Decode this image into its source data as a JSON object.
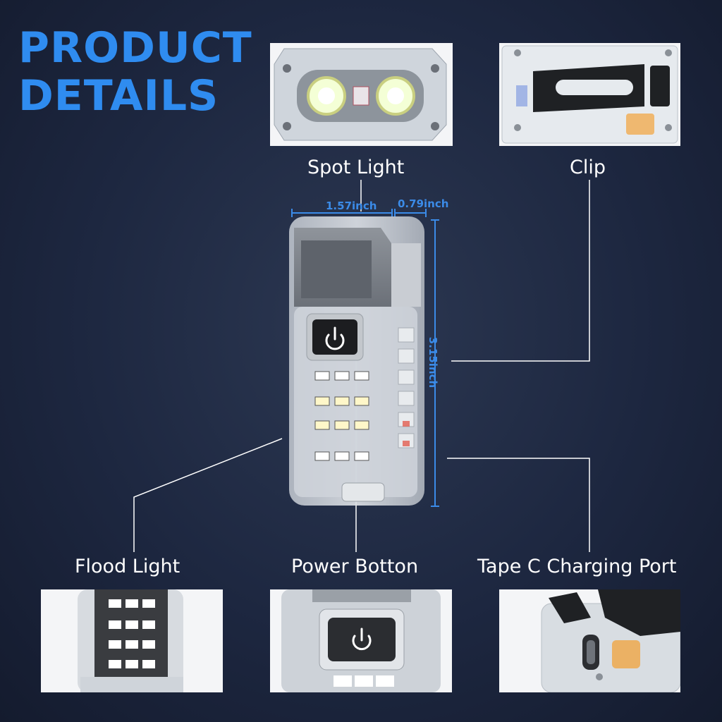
{
  "header": {
    "line1": "PRODUCT",
    "line2": "DETAILS"
  },
  "callouts": {
    "spot_light": "Spot Light",
    "clip": "Clip",
    "flood_light": "Flood Light",
    "power_button": "Power Botton",
    "charging_port": "Tape C Charging Port"
  },
  "dimensions": {
    "width": "1.57inch",
    "depth": "0.79inch",
    "height": "3.15inch"
  },
  "colors": {
    "title": "#2f8cf0",
    "dimension": "#3b8be8",
    "background": "#1d2740"
  },
  "icons": [
    "power-icon",
    "usb-c-port-icon"
  ]
}
